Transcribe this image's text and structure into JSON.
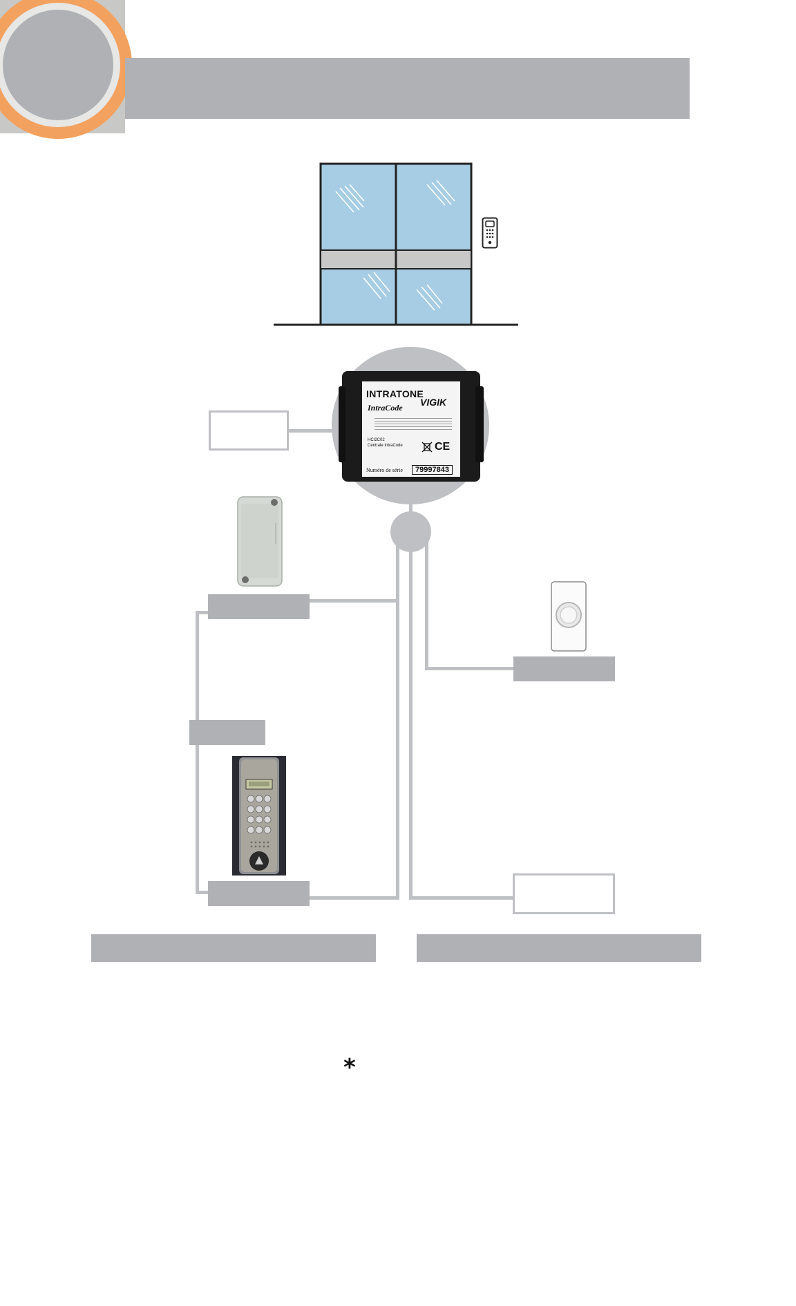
{
  "colors": {
    "accent_orange": "#f3a15e",
    "header_gray": "#b0b1b5",
    "wire_gray": "#bfc0c3",
    "glass_blue": "#a6cde3",
    "device_dark": "#1b1b1b"
  },
  "central_unit": {
    "brand": "INTRATONE",
    "model": "IntraCode",
    "certification": "VIGIK",
    "serial_caption": "Numéro de série",
    "serial_number": "79997843",
    "unit_name": "Centrale IntraCode",
    "label_ref": "HCI2C02",
    "marks": "CE"
  },
  "icons": {
    "header_badge": "circle-badge-icon",
    "door": "glass-door-icon",
    "keypad": "wall-keypad-icon",
    "receiver": "radio-receiver-icon",
    "push_button": "push-button-icon",
    "digicode": "digicode-panel-icon"
  },
  "footnote": {
    "marker": "*"
  }
}
